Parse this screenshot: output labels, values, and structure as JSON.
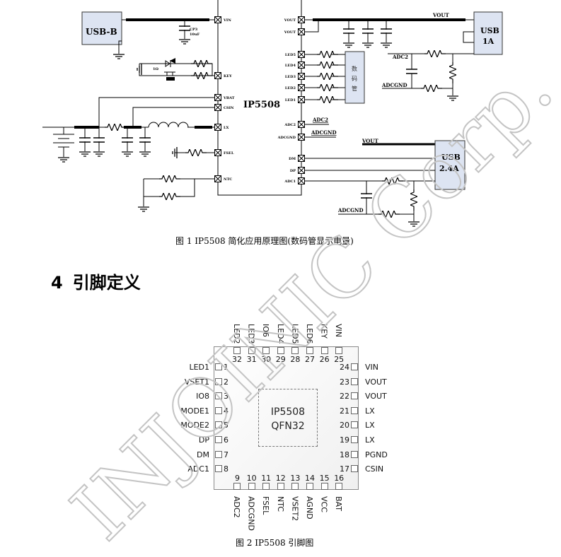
{
  "schematic": {
    "usb_b": "USB-B",
    "cap_name": "CP3",
    "cap_value": "10uF",
    "led_ref": "1Ω",
    "chip_name": "IP5508",
    "left_pins": [
      "VIN",
      "KEY",
      "VBAT",
      "CSIN",
      "LX",
      "FSEL",
      "NTC"
    ],
    "right_pins": [
      "VOUT",
      "VOUT",
      "LED5",
      "LED4",
      "LED3",
      "LED2",
      "LED1",
      "ADC2",
      "ADCGND",
      "DM",
      "DP",
      "ADC1"
    ],
    "display_label": [
      "数",
      "码",
      "管"
    ],
    "net_vout": "VOUT",
    "usb_1a": [
      "USB",
      "1A"
    ],
    "usb_24a": [
      "USB",
      "2.4A"
    ],
    "net_adc2": "ADC2",
    "net_adcgnd": "ADCGND"
  },
  "caption1": "图 1  IP5508 简化应用原理图(数码管显示电量)",
  "heading": {
    "number": "4",
    "title": "引脚定义"
  },
  "pinout": {
    "chip_name": "IP5508",
    "package": "QFN32",
    "left": [
      {
        "n": "1",
        "name": "LED1"
      },
      {
        "n": "2",
        "name": "VSET1"
      },
      {
        "n": "3",
        "name": "IO8"
      },
      {
        "n": "4",
        "name": "MODE1"
      },
      {
        "n": "5",
        "name": "MODE2"
      },
      {
        "n": "6",
        "name": "DP"
      },
      {
        "n": "7",
        "name": "DM"
      },
      {
        "n": "8",
        "name": "ADC1"
      }
    ],
    "bottom": [
      {
        "n": "9",
        "name": "ADC2"
      },
      {
        "n": "10",
        "name": "ADCGND"
      },
      {
        "n": "11",
        "name": "FSEL"
      },
      {
        "n": "12",
        "name": "NTC"
      },
      {
        "n": "13",
        "name": "VSET2"
      },
      {
        "n": "14",
        "name": "AGND"
      },
      {
        "n": "15",
        "name": "VCC"
      },
      {
        "n": "16",
        "name": "BAT"
      }
    ],
    "right": [
      {
        "n": "24",
        "name": "VIN"
      },
      {
        "n": "23",
        "name": "VOUT"
      },
      {
        "n": "22",
        "name": "VOUT"
      },
      {
        "n": "21",
        "name": "LX"
      },
      {
        "n": "20",
        "name": "LX"
      },
      {
        "n": "19",
        "name": "LX"
      },
      {
        "n": "18",
        "name": "PGND"
      },
      {
        "n": "17",
        "name": "CSIN"
      }
    ],
    "top": [
      {
        "n": "32",
        "name": "LED2"
      },
      {
        "n": "31",
        "name": "LED3"
      },
      {
        "n": "30",
        "name": "IO6"
      },
      {
        "n": "29",
        "name": "LED4"
      },
      {
        "n": "28",
        "name": "LED5"
      },
      {
        "n": "27",
        "name": "LED6"
      },
      {
        "n": "26",
        "name": "KEY"
      },
      {
        "n": "25",
        "name": "VIN"
      }
    ]
  },
  "caption2": "图 2  IP5508 引脚图",
  "watermark": "INJOINIC Corp.",
  "colors": {
    "box_fill": "#dde4f2",
    "watermark": "#c4c4c4"
  }
}
